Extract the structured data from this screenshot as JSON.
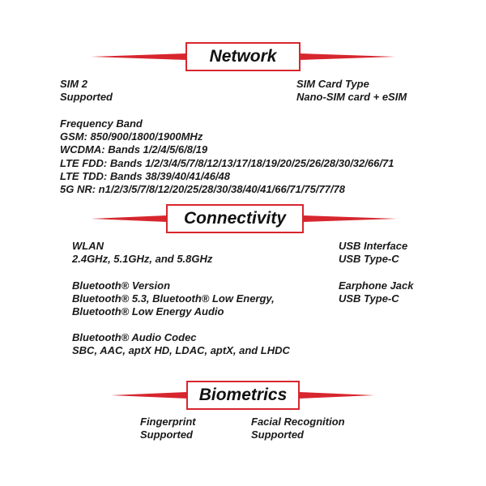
{
  "colors": {
    "accent": "#d7262e",
    "text": "#1a1a1a"
  },
  "network": {
    "title": "Network",
    "sim": {
      "label": "SIM",
      "value": "2",
      "status": "Supported"
    },
    "sim_type": {
      "label": "SIM Card Type",
      "value": "Nano-SIM card + eSIM"
    },
    "frequency": {
      "label": "Frequency Band",
      "gsm": "GSM: 850/900/1800/1900MHz",
      "wcdma": "WCDMA: Bands 1/2/4/5/6/8/19",
      "lte_fdd": "LTE FDD: Bands 1/2/3/4/5/7/8/12/13/17/18/19/20/25/26/28/30/32/66/71",
      "lte_tdd": "LTE TDD: Bands 38/39/40/41/46/48",
      "nr": "5G NR: n1/2/3/5/7/8/12/20/25/28/30/38/40/41/66/71/75/77/78"
    }
  },
  "connectivity": {
    "title": "Connectivity",
    "wlan": {
      "label": "WLAN",
      "value": "2.4GHz, 5.1GHz, and 5.8GHz"
    },
    "bt_version": {
      "label": "Bluetooth® Version",
      "line1": "Bluetooth® 5.3, Bluetooth® Low Energy,",
      "line2": "Bluetooth® Low Energy Audio"
    },
    "bt_codec": {
      "label": "Bluetooth® Audio Codec",
      "value": "SBC, AAC, aptX HD, LDAC, aptX, and LHDC"
    },
    "usb": {
      "label": "USB Interface",
      "value": "USB Type-C"
    },
    "earphone": {
      "label": "Earphone Jack",
      "value": "USB Type-C"
    }
  },
  "biometrics": {
    "title": "Biometrics",
    "fingerprint": {
      "label": "Fingerprint",
      "value": "Supported"
    },
    "face": {
      "label": "Facial Recognition",
      "value": "Supported"
    }
  }
}
